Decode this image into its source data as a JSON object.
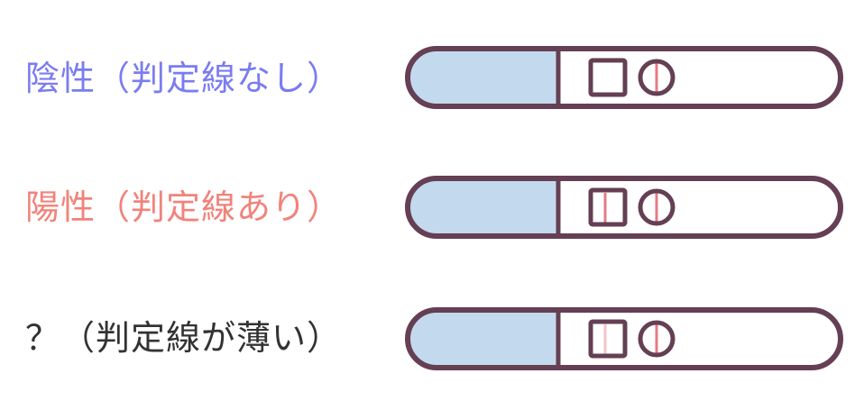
{
  "rows": [
    {
      "label": "陰性（判定線なし）",
      "color": "#7b7cf0",
      "result_line": "none"
    },
    {
      "label": "陽性（判定線あり）",
      "color": "#f0837b",
      "result_line": "strong"
    },
    {
      "label": "？（判定線が薄い）",
      "color": "#333333",
      "result_line": "faint"
    }
  ],
  "colors": {
    "outline": "#653f53",
    "absorbent": "#c3d9ee",
    "line_strong": "#e57b86",
    "line_faint": "#f4c3ca"
  }
}
